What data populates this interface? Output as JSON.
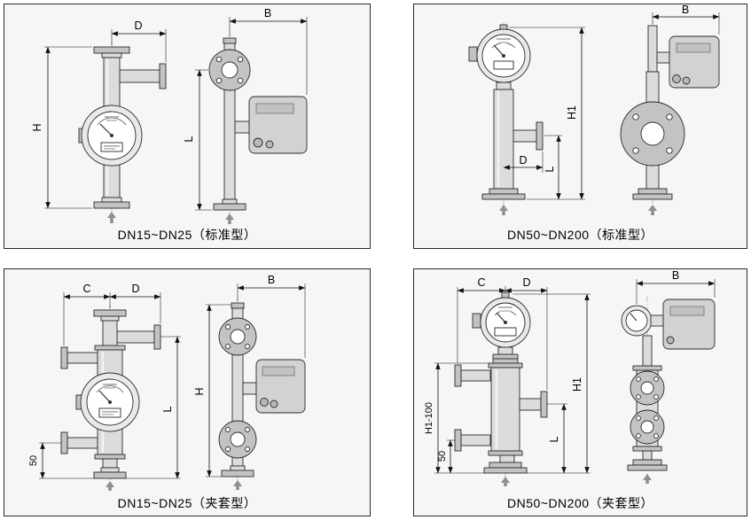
{
  "colors": {
    "line": "#2a2a2a",
    "metal_body": "#dcdcdc",
    "metal_flange": "#c3c3c3",
    "panel_background": "#f6f6f6",
    "flow_arrow": "#8f8f8f"
  },
  "panels": [
    {
      "id": "dn15-dn25-standard",
      "caption": "DN15~DN25（标准型）",
      "dims": {
        "d": "D",
        "b": "B",
        "h": "H",
        "l": "L"
      }
    },
    {
      "id": "dn50-dn200-standard",
      "caption": "DN50~DN200（标准型）",
      "dims": {
        "b": "B",
        "h1": "H1",
        "d": "D",
        "l": "L"
      }
    },
    {
      "id": "dn15-dn25-jacketed",
      "caption": "DN15~DN25（夹套型）",
      "dims": {
        "c": "C",
        "d": "D",
        "b": "B",
        "h": "H",
        "l": "L",
        "offset50": "50"
      }
    },
    {
      "id": "dn50-dn200-jacketed",
      "caption": "DN50~DN200（夹套型）",
      "dims": {
        "c": "C",
        "d": "D",
        "b": "B",
        "h1_minus_100": "H1-100",
        "h1": "H1",
        "l": "L",
        "offset50": "50"
      }
    }
  ]
}
